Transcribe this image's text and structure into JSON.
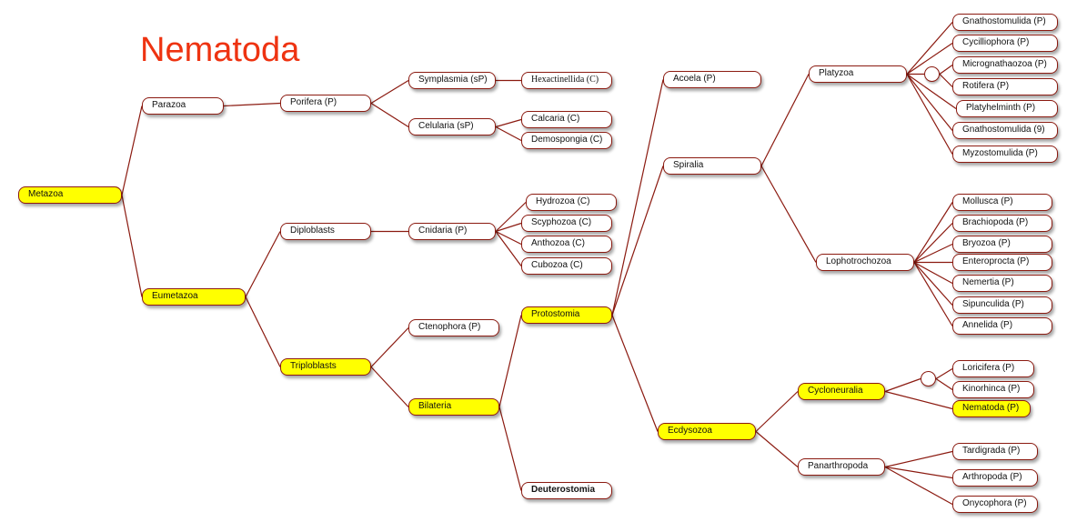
{
  "title": "Nematoda",
  "colors": {
    "title": "#ee3311",
    "edge": "#8b1a10",
    "node_border": "#8b1a10",
    "highlight": "#ffff00",
    "node_fill": "#ffffff"
  },
  "nodes": [
    {
      "id": "metazoa",
      "label": "Metazoa",
      "highlight": true
    },
    {
      "id": "parazoa",
      "label": "Parazoa"
    },
    {
      "id": "eumetazoa",
      "label": "Eumetazoa",
      "highlight": true
    },
    {
      "id": "porifera",
      "label": "Porifera (P)"
    },
    {
      "id": "symplasmia",
      "label": "Symplasmia (sP)"
    },
    {
      "id": "celularia",
      "label": "Celularia (sP)"
    },
    {
      "id": "hexactinellida",
      "label": "Hexactinellida (C)"
    },
    {
      "id": "calcaria",
      "label": "Calcaria (C)"
    },
    {
      "id": "demospongia",
      "label": "Demospongia (C)"
    },
    {
      "id": "diploblasts",
      "label": "Diploblasts"
    },
    {
      "id": "cnidaria",
      "label": "Cnidaria (P)"
    },
    {
      "id": "hydrozoa",
      "label": "Hydrozoa (C)"
    },
    {
      "id": "scyphozoa",
      "label": "Scyphozoa (C)"
    },
    {
      "id": "anthozoa",
      "label": "Anthozoa (C)"
    },
    {
      "id": "cubozoa",
      "label": "Cubozoa (C)"
    },
    {
      "id": "triploblasts",
      "label": "Triploblasts",
      "highlight": true
    },
    {
      "id": "ctenophora",
      "label": "Ctenophora (P)"
    },
    {
      "id": "bilateria",
      "label": "Bilateria",
      "highlight": true
    },
    {
      "id": "protostomia",
      "label": "Protostomia",
      "highlight": true
    },
    {
      "id": "deuterostomia",
      "label": "Deuterostomia",
      "bold": true
    },
    {
      "id": "acoela",
      "label": "Acoela (P)"
    },
    {
      "id": "spiralia",
      "label": "Spiralia"
    },
    {
      "id": "ecdysozoa",
      "label": "Ecdysozoa",
      "highlight": true
    },
    {
      "id": "platyzoa",
      "label": "Platyzoa"
    },
    {
      "id": "lophotrochozoa",
      "label": "Lophotrochozoa"
    },
    {
      "id": "cycloneuralia",
      "label": "Cycloneuralia",
      "highlight": true
    },
    {
      "id": "panarthropoda",
      "label": "Panarthropoda"
    },
    {
      "id": "gnathostomulida1",
      "label": "Gnathostomulida (P)"
    },
    {
      "id": "cycliophora",
      "label": "Cycilliophora (P)"
    },
    {
      "id": "micrognathozoa",
      "label": "Micrognathaozoa (P)"
    },
    {
      "id": "rotifera",
      "label": "Rotifera (P)"
    },
    {
      "id": "platyhelminth",
      "label": "Platyhelminth (P)"
    },
    {
      "id": "gnathostomulida2",
      "label": "Gnathostomulida (9)"
    },
    {
      "id": "myzostomulida",
      "label": "Myzostomulida (P)"
    },
    {
      "id": "mollusca",
      "label": "Mollusca (P)"
    },
    {
      "id": "brachiopoda",
      "label": "Brachiopoda (P)"
    },
    {
      "id": "bryozoa",
      "label": "Bryozoa (P)"
    },
    {
      "id": "enteroprocta",
      "label": "Enteroprocta (P)"
    },
    {
      "id": "nemertia",
      "label": "Nemertia (P)"
    },
    {
      "id": "sipunculida",
      "label": "Sipunculida (P)"
    },
    {
      "id": "annelida",
      "label": "Annelida (P)"
    },
    {
      "id": "loricifera",
      "label": "Loricifera (P)"
    },
    {
      "id": "kinorhinca",
      "label": "Kinorhinca (P)"
    },
    {
      "id": "nematoda",
      "label": "Nematoda (P)",
      "highlight": true
    },
    {
      "id": "tardigrada",
      "label": "Tardigrada (P)"
    },
    {
      "id": "arthropoda",
      "label": "Arthropoda (P)"
    },
    {
      "id": "onycophora",
      "label": "Onycophora (P)"
    }
  ],
  "junctions": [
    {
      "id": "platyzoa-junction"
    },
    {
      "id": "cycloneuralia-junction"
    }
  ],
  "edges": [
    [
      "metazoa",
      "parazoa"
    ],
    [
      "metazoa",
      "eumetazoa"
    ],
    [
      "parazoa",
      "porifera"
    ],
    [
      "porifera",
      "symplasmia"
    ],
    [
      "porifera",
      "celularia"
    ],
    [
      "symplasmia",
      "hexactinellida"
    ],
    [
      "celularia",
      "calcaria"
    ],
    [
      "celularia",
      "demospongia"
    ],
    [
      "eumetazoa",
      "diploblasts"
    ],
    [
      "eumetazoa",
      "triploblasts"
    ],
    [
      "diploblasts",
      "cnidaria"
    ],
    [
      "cnidaria",
      "hydrozoa"
    ],
    [
      "cnidaria",
      "scyphozoa"
    ],
    [
      "cnidaria",
      "anthozoa"
    ],
    [
      "cnidaria",
      "cubozoa"
    ],
    [
      "triploblasts",
      "ctenophora"
    ],
    [
      "triploblasts",
      "bilateria"
    ],
    [
      "bilateria",
      "protostomia"
    ],
    [
      "bilateria",
      "deuterostomia"
    ],
    [
      "protostomia",
      "acoela"
    ],
    [
      "protostomia",
      "spiralia"
    ],
    [
      "protostomia",
      "ecdysozoa"
    ],
    [
      "spiralia",
      "platyzoa"
    ],
    [
      "spiralia",
      "lophotrochozoa"
    ],
    [
      "platyzoa",
      "gnathostomulida1"
    ],
    [
      "platyzoa",
      "cycliophora"
    ],
    [
      "platyzoa",
      "platyzoa-junction"
    ],
    [
      "platyzoa-junction",
      "micrognathozoa"
    ],
    [
      "platyzoa-junction",
      "rotifera"
    ],
    [
      "platyzoa",
      "platyhelminth"
    ],
    [
      "platyzoa",
      "gnathostomulida2"
    ],
    [
      "platyzoa",
      "myzostomulida"
    ],
    [
      "lophotrochozoa",
      "mollusca"
    ],
    [
      "lophotrochozoa",
      "brachiopoda"
    ],
    [
      "lophotrochozoa",
      "bryozoa"
    ],
    [
      "lophotrochozoa",
      "enteroprocta"
    ],
    [
      "lophotrochozoa",
      "nemertia"
    ],
    [
      "lophotrochozoa",
      "sipunculida"
    ],
    [
      "lophotrochozoa",
      "annelida"
    ],
    [
      "ecdysozoa",
      "cycloneuralia"
    ],
    [
      "ecdysozoa",
      "panarthropoda"
    ],
    [
      "cycloneuralia",
      "cycloneuralia-junction"
    ],
    [
      "cycloneuralia-junction",
      "loricifera"
    ],
    [
      "cycloneuralia-junction",
      "kinorhinca"
    ],
    [
      "cycloneuralia",
      "nematoda"
    ],
    [
      "panarthropoda",
      "tardigrada"
    ],
    [
      "panarthropoda",
      "arthropoda"
    ],
    [
      "panarthropoda",
      "onycophora"
    ]
  ]
}
